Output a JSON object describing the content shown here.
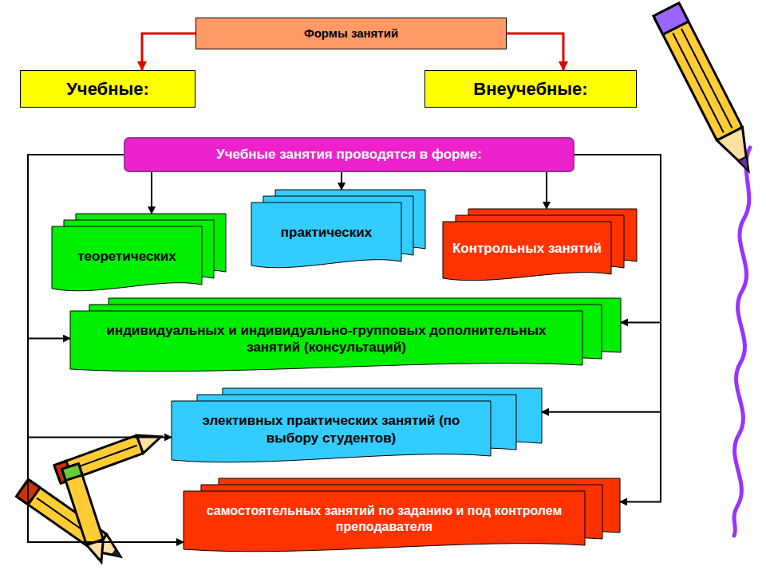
{
  "diagram": {
    "nodes": [
      {
        "text": [
          "Формы занятий"
        ]
      },
      {
        "text": [
          "Учебные:"
        ]
      },
      {
        "text": [
          "Внеучебные:"
        ]
      },
      {
        "text": [
          "Учебные занятия проводятся в форме:"
        ]
      },
      {
        "text": [
          "теоретических"
        ]
      },
      {
        "text": [
          "практических"
        ]
      },
      {
        "text": [
          "Контрольных занятий"
        ]
      },
      {
        "text": [
          "индивидуальных и индивидуально-групповых дополнительных занятий (консультаций)"
        ]
      },
      {
        "text": [
          "элективных практических занятий (по выбору студентов)"
        ]
      },
      {
        "text": [
          "самостоятельных занятий по заданию и под контролем преподавателя"
        ]
      }
    ],
    "edges": [
      {
        "from": 0,
        "to": 1,
        "arrow": "to"
      },
      {
        "from": 0,
        "to": 2,
        "arrow": "to"
      },
      {
        "from": 3,
        "to": 4,
        "arrow": "to"
      },
      {
        "from": 3,
        "to": 5,
        "arrow": "to"
      },
      {
        "from": 3,
        "to": 6,
        "arrow": "to"
      },
      {
        "from": 3,
        "to": 7,
        "arrow": "to"
      },
      {
        "from": 3,
        "to": 8,
        "arrow": "to"
      },
      {
        "from": 3,
        "to": 9,
        "arrow": "to"
      },
      {
        "from": 3,
        "to": 7,
        "arrow": "to"
      },
      {
        "from": 3,
        "to": 8,
        "arrow": "to"
      },
      {
        "from": 3,
        "to": 9,
        "arrow": "to"
      }
    ]
  }
}
